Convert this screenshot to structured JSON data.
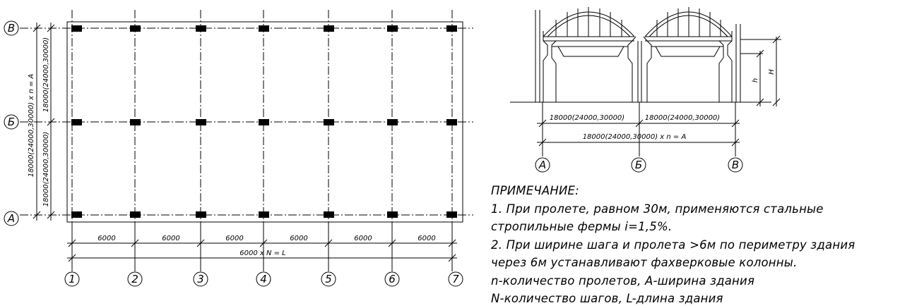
{
  "plan": {
    "row_labels": [
      "В",
      "Б",
      "А"
    ],
    "column_labels": [
      "1",
      "2",
      "3",
      "4",
      "5",
      "6",
      "7"
    ],
    "bay_dimensions": [
      "6000",
      "6000",
      "6000",
      "6000",
      "6000",
      "6000"
    ],
    "total_length_label": "6000 x N = L",
    "span_dimensions": [
      "18000(24000,30000)",
      "18000(24000,30000)"
    ],
    "total_width_label": "18000(24000,30000) x n = A"
  },
  "section": {
    "span_dimensions": [
      "18000(24000,30000)",
      "18000(24000,30000)"
    ],
    "total_width_label": "18000(24000,30000) x n = A",
    "height_small": "h",
    "height_large": "H",
    "axis_labels": [
      "А",
      "Б",
      "В"
    ]
  },
  "notes": {
    "title": "ПРИМЕЧАНИЕ:",
    "lines": [
      "1. При пролете, равном 30м, применяются стальные",
      "стропильные фермы i=1,5%.",
      "2. При ширине шага и пролета >6м по периметру здания",
      "через 6м устанавливают фахверковые колонны.",
      "n-количество пролетов, А-ширина здания",
      "N-количество шагов, L-длина здания"
    ]
  }
}
